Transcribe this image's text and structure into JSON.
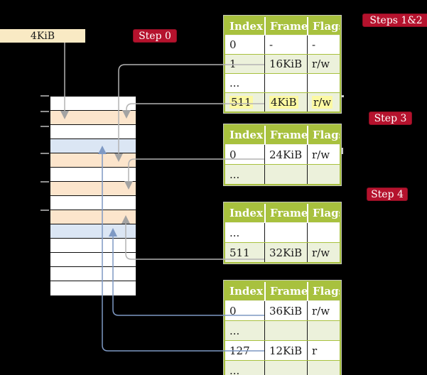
{
  "palette": {
    "background": "#000000",
    "table_header_bg": "#a8c13e",
    "table_row_alt_bg": "#ecf1db",
    "table_border": "#a8c13e",
    "highlight_yellow": "#fcf9a3",
    "frame_peach": "#fce5cc",
    "frame_blue": "#dbe6f4",
    "frame_white": "#ffffff",
    "label_bg": "#b5122d",
    "label_text": "#ffffff",
    "gray_line": "#b3b3b3",
    "blue_line": "#7e99c4",
    "box_cream": "#f9eac4"
  },
  "page_box": {
    "label": "4KiB"
  },
  "step_labels": [
    {
      "text": "Step 0"
    },
    {
      "text": "Steps 1&2"
    },
    {
      "text": "Step 3"
    },
    {
      "text": "Step 4"
    }
  ],
  "memory": {
    "rows": [
      "white",
      "peach",
      "white",
      "blue",
      "peach",
      "white",
      "peach",
      "white",
      "peach",
      "blue",
      "white",
      "white",
      "white",
      "white"
    ]
  },
  "tables": [
    {
      "headers": [
        "Index",
        "Frame",
        "Flags"
      ],
      "rows": [
        {
          "cells": [
            "0",
            "-",
            "-"
          ],
          "highlight": false
        },
        {
          "cells": [
            "1",
            "16KiB",
            "r/w"
          ],
          "highlight": false
        },
        {
          "cells": [
            "...",
            "",
            ""
          ],
          "highlight": false
        },
        {
          "cells": [
            "511",
            "4KiB",
            "r/w"
          ],
          "highlight": true
        }
      ]
    },
    {
      "headers": [
        "Index",
        "Frame",
        "Flags"
      ],
      "rows": [
        {
          "cells": [
            "0",
            "24KiB",
            "r/w"
          ],
          "highlight": false
        },
        {
          "cells": [
            "...",
            "",
            ""
          ],
          "highlight": false
        }
      ]
    },
    {
      "headers": [
        "Index",
        "Frame",
        "Flags"
      ],
      "rows": [
        {
          "cells": [
            "...",
            "",
            ""
          ],
          "highlight": false
        },
        {
          "cells": [
            "511",
            "32KiB",
            "r/w"
          ],
          "highlight": false
        }
      ]
    },
    {
      "headers": [
        "Index",
        "Frame",
        "Flags"
      ],
      "rows": [
        {
          "cells": [
            "0",
            "36KiB",
            "r/w"
          ],
          "highlight": false
        },
        {
          "cells": [
            "...",
            "",
            ""
          ],
          "highlight": false
        },
        {
          "cells": [
            "127",
            "12KiB",
            "r"
          ],
          "highlight": false
        },
        {
          "cells": [
            "...",
            "",
            ""
          ],
          "highlight": false
        }
      ]
    }
  ]
}
